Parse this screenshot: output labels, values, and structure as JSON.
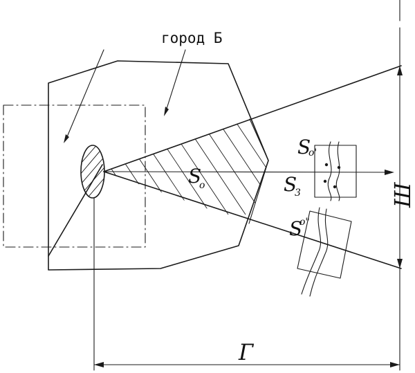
{
  "labels": {
    "city": "город Б",
    "s0_main": "S",
    "s0_main_sub": "o",
    "s0_prime": "S",
    "s0_prime_sub": "o'",
    "s3": "S",
    "s3_sub": "3",
    "s0_dprime": "S",
    "s0_dprime_sub": "o\"",
    "width_W": "Ш",
    "depth_G": "Г"
  },
  "colors": {
    "ink": "#1a1a1a",
    "paper": "#ffffff"
  }
}
